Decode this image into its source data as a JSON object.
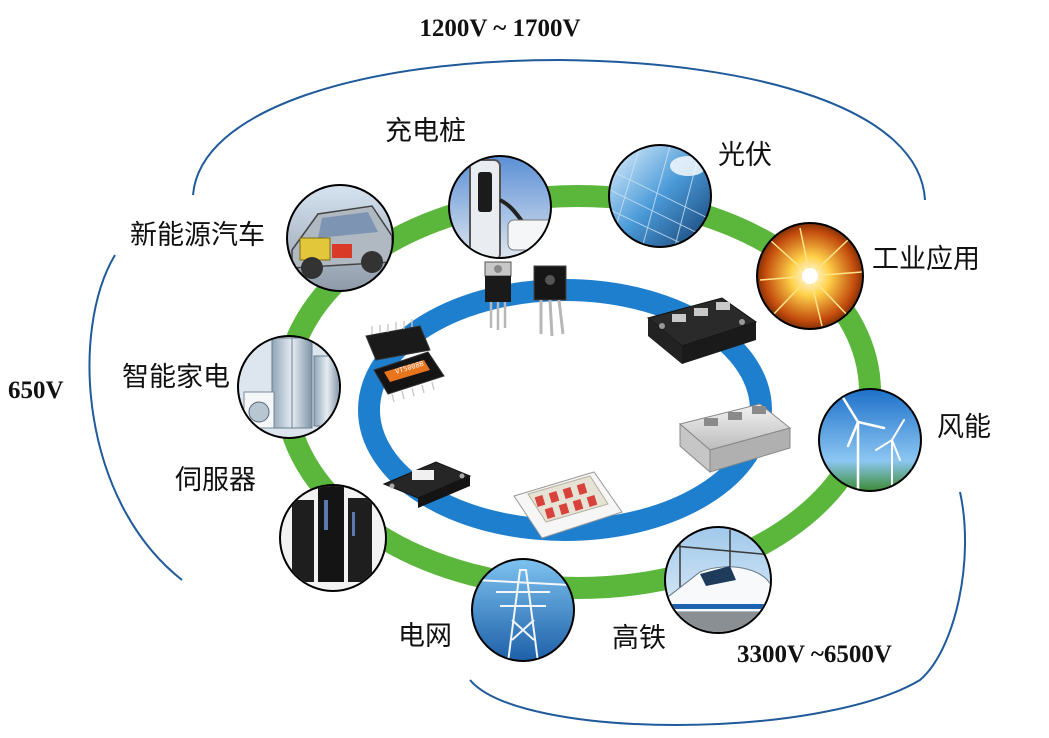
{
  "voltages": {
    "top": "1200V ~ 1700V",
    "left": "650V",
    "bottom_right": "3300V ~6500V"
  },
  "applications": [
    {
      "id": "ev",
      "label": "新能源汽车",
      "icon": "electric-car-icon"
    },
    {
      "id": "charger",
      "label": "充电桩",
      "icon": "charging-station-icon"
    },
    {
      "id": "pv",
      "label": "光伏",
      "icon": "solar-panel-icon"
    },
    {
      "id": "industrial",
      "label": "工业应用",
      "icon": "welding-sparks-icon"
    },
    {
      "id": "appliance",
      "label": "智能家电",
      "icon": "home-appliances-icon"
    },
    {
      "id": "wind",
      "label": "风能",
      "icon": "wind-turbine-icon"
    },
    {
      "id": "servo",
      "label": "伺服器",
      "icon": "servo-cabinet-icon"
    },
    {
      "id": "grid",
      "label": "电网",
      "icon": "power-tower-icon"
    },
    {
      "id": "rail",
      "label": "高铁",
      "icon": "high-speed-train-icon"
    }
  ],
  "rings": {
    "outer_color": "#5bb73b",
    "inner_color": "#1f7fcf",
    "bracket_color": "#1f5a9a"
  },
  "modules": [
    {
      "id": "to247-a",
      "icon": "discrete-to220-icon"
    },
    {
      "id": "to247-b",
      "icon": "discrete-to247-icon"
    },
    {
      "id": "ipm-a",
      "icon": "ipm-module-icon"
    },
    {
      "id": "ipm-b",
      "label": "VT5008B",
      "icon": "ipm-module-orange-icon"
    },
    {
      "id": "half-bridge",
      "icon": "half-bridge-module-icon"
    },
    {
      "id": "62mm",
      "icon": "62mm-module-icon"
    },
    {
      "id": "econo",
      "icon": "econo-module-icon"
    },
    {
      "id": "press-pack",
      "icon": "pim-module-icon"
    }
  ]
}
